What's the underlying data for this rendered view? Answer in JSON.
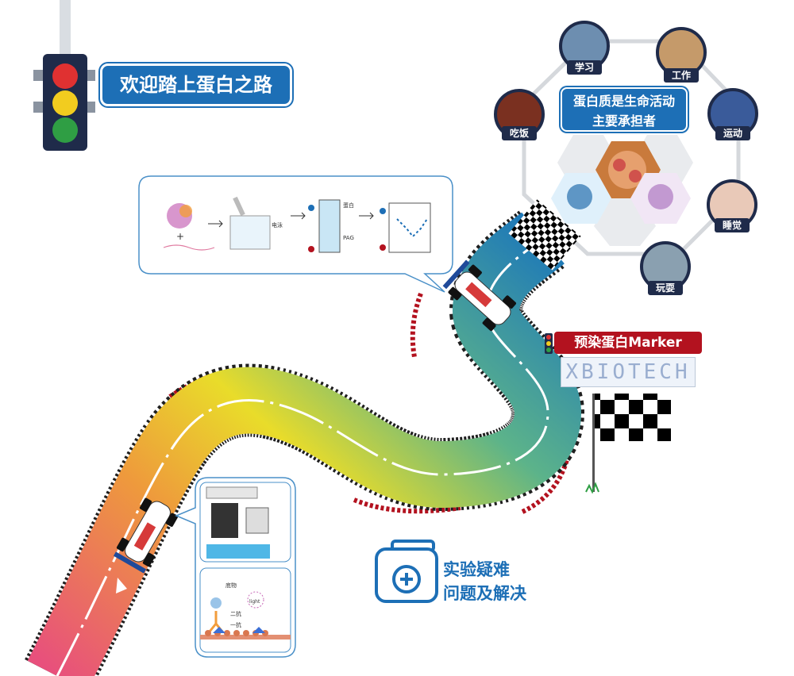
{
  "welcome": {
    "title": "欢迎踏上蛋白之路"
  },
  "hexagon": {
    "center_title": "蛋白质是生命活动主要承担者",
    "center_title_line1": "蛋白质是生命活动",
    "center_title_line2": "主要承担者",
    "activities": [
      "学习",
      "工作",
      "运动",
      "睡觉",
      "玩耍",
      "吃饭"
    ]
  },
  "diagram_top": {
    "labels": [
      "蛋白",
      "PAG",
      "电泳"
    ]
  },
  "diagram_bottom": {
    "labels": [
      "二抗",
      "一抗",
      "light",
      "底物"
    ]
  },
  "marker": {
    "banner": "预染蛋白Marker",
    "gel_text": "XBIOTECH"
  },
  "troubleshoot": {
    "line1": "实验疑难",
    "line2": "问题及解决"
  },
  "colors": {
    "brand_blue": "#1d6fb6",
    "track_start": "#e8507c",
    "track_mid": "#e9dc2a",
    "track_end": "#1d78b9",
    "banner_red": "#b3121f"
  }
}
